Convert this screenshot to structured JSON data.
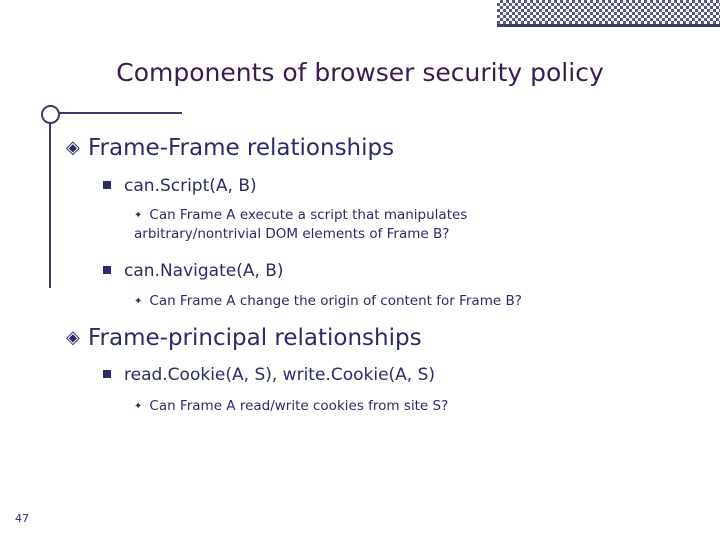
{
  "slide": {
    "title": "Components of browser security policy",
    "number": "47",
    "sections": [
      {
        "heading": "Frame-Frame relationships",
        "items": [
          {
            "label": "can.Script(A, B)",
            "detail": "Can Frame A execute a script that manipulates arbitrary/nontrivial DOM elements of Frame B?"
          },
          {
            "label": "can.Navigate(A, B)",
            "detail": "Can Frame A change the origin of content for Frame B?"
          }
        ]
      },
      {
        "heading": "Frame-principal relationships",
        "items": [
          {
            "label": "read.Cookie(A, S), write.Cookie(A, S)",
            "detail": "Can Frame A read/write cookies from site S?"
          }
        ]
      }
    ],
    "bullets": {
      "level1": "◈",
      "level3": "✦"
    }
  }
}
